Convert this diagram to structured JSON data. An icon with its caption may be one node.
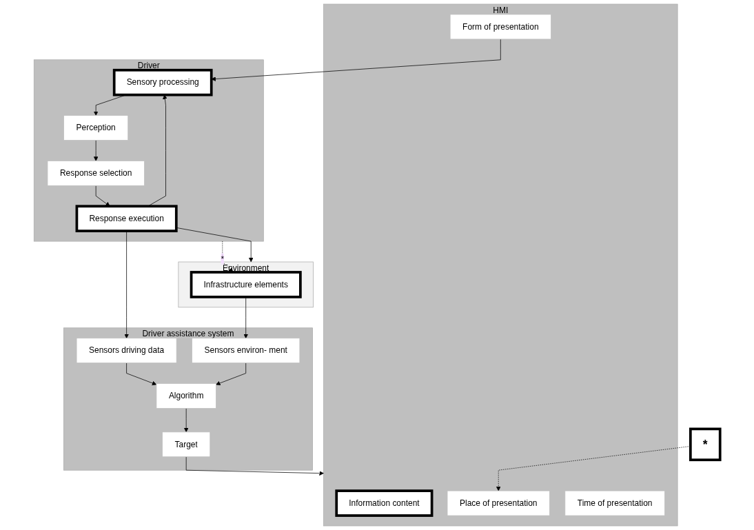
{
  "diagram": {
    "nodes": [
      {
        "text": [
          "Environment"
        ]
      },
      {
        "text": [
          "Infrastructure elements"
        ],
        "in": 0
      },
      {
        "text": [
          "Driver assistance system"
        ]
      },
      {
        "text": [
          "Sensors driving data"
        ],
        "in": 2
      },
      {
        "text": [
          "Sensors environ- ment"
        ],
        "in": 2
      },
      {
        "text": [
          "Algorithm"
        ],
        "in": 2
      },
      {
        "text": [
          "Target"
        ],
        "in": 2
      },
      {
        "text": [
          "HMI"
        ]
      },
      {
        "text": [
          "Information content"
        ],
        "in": 7
      },
      {
        "text": [
          "Form of presentation"
        ],
        "in": 7
      },
      {
        "text": [
          "Place of presentation"
        ],
        "in": 7
      },
      {
        "text": [
          "Time of presentation"
        ],
        "in": 7
      },
      {
        "text": [
          "Driver"
        ]
      },
      {
        "text": [
          "Sensory processing"
        ],
        "in": 12
      },
      {
        "text": [
          "Perception"
        ],
        "in": 12
      },
      {
        "text": [
          "Response selection"
        ],
        "in": 12
      },
      {
        "text": [
          "Response execution"
        ],
        "in": 12
      },
      {
        "text": [
          "*"
        ]
      }
    ],
    "edges": [
      {
        "from": 1,
        "to": 4,
        "arrow": "to"
      },
      {
        "from": 3,
        "to": 5,
        "arrow": "to"
      },
      {
        "from": 4,
        "to": 5,
        "arrow": "to"
      },
      {
        "from": 5,
        "to": 6,
        "arrow": "to"
      },
      {
        "from": 6,
        "to": 7,
        "arrow": "to"
      },
      {
        "from": 9,
        "to": 13,
        "arrow": "to"
      },
      {
        "from": 13,
        "to": 14,
        "arrow": "to"
      },
      {
        "from": 14,
        "to": 15,
        "arrow": "to"
      },
      {
        "from": 15,
        "to": 16,
        "arrow": "to"
      },
      {
        "from": 12,
        "to": 1,
        "arrow": "to",
        "label": "*",
        "style": "dashed"
      },
      {
        "from": 17,
        "to": 10,
        "arrow": "to",
        "style": "dashed"
      },
      {
        "from": 16,
        "to": 3,
        "arrow": "to"
      },
      {
        "from": 16,
        "to": 0,
        "arrow": "to"
      },
      {
        "from": 16,
        "to": 13,
        "arrow": "to"
      }
    ]
  }
}
